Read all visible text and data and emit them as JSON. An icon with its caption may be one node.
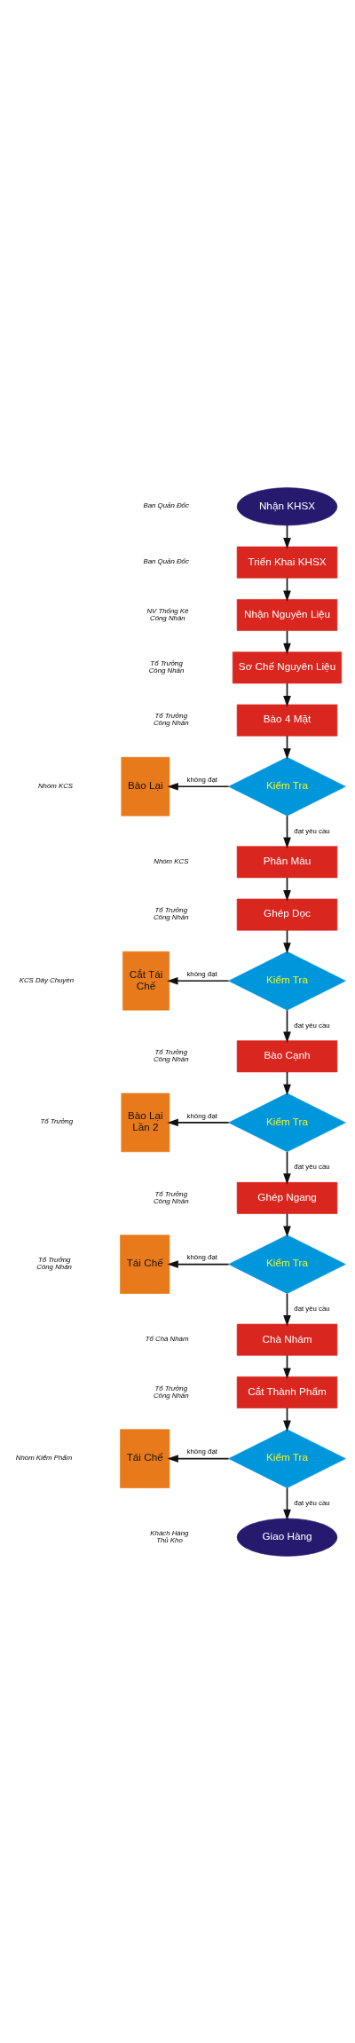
{
  "diagram": {
    "nodes": [
      {
        "text": [
          "Nhận KHSX"
        ]
      },
      {
        "text": [
          "Triển Khai KHSX"
        ]
      },
      {
        "text": [
          "Nhận Nguyên Liệu"
        ]
      },
      {
        "text": [
          "Sơ Chế Nguyên Liệu"
        ]
      },
      {
        "text": [
          "Bào 4 Mặt"
        ]
      },
      {
        "text": [
          "Kiểm Tra"
        ]
      },
      {
        "text": [
          "Bào Lại"
        ]
      },
      {
        "text": [
          "Phân Màu"
        ]
      },
      {
        "text": [
          "Ghép Dọc"
        ]
      },
      {
        "text": [
          "Kiểm Tra"
        ]
      },
      {
        "text": [
          "Cắt Tái Chế"
        ]
      },
      {
        "text": [
          "Bào Cạnh"
        ]
      },
      {
        "text": [
          "Kiểm Tra"
        ]
      },
      {
        "text": [
          "Bào Lại Lần 2"
        ]
      },
      {
        "text": [
          "Ghép Ngang"
        ]
      },
      {
        "text": [
          "Kiểm Tra"
        ]
      },
      {
        "text": [
          "Tái Chế"
        ]
      },
      {
        "text": [
          "Chà Nhám"
        ]
      },
      {
        "text": [
          "Cắt Thành Phẩm"
        ]
      },
      {
        "text": [
          "Kiểm Tra"
        ]
      },
      {
        "text": [
          "Tái Chế"
        ]
      },
      {
        "text": [
          "Giao Hàng"
        ]
      }
    ],
    "edges": [
      {
        "from": 0,
        "to": 1,
        "arrow": "to"
      },
      {
        "from": 1,
        "to": 2,
        "arrow": "to"
      },
      {
        "from": 2,
        "to": 3,
        "arrow": "to"
      },
      {
        "from": 3,
        "to": 4,
        "arrow": "to"
      },
      {
        "from": 4,
        "to": 5,
        "arrow": "to"
      },
      {
        "from": 5,
        "to": 6,
        "arrow": "to",
        "label": "không đạt"
      },
      {
        "from": 5,
        "to": 7,
        "arrow": "to",
        "label": "đạt yêu cầu"
      },
      {
        "from": 7,
        "to": 8,
        "arrow": "to"
      },
      {
        "from": 8,
        "to": 9,
        "arrow": "to"
      },
      {
        "from": 9,
        "to": 10,
        "arrow": "to",
        "label": "không đạt"
      },
      {
        "from": 9,
        "to": 11,
        "arrow": "to",
        "label": "đạt yêu cầu"
      },
      {
        "from": 11,
        "to": 12,
        "arrow": "to"
      },
      {
        "from": 12,
        "to": 13,
        "arrow": "to",
        "label": "không đạt"
      },
      {
        "from": 12,
        "to": 14,
        "arrow": "to",
        "label": "đạt yêu cầu"
      },
      {
        "from": 14,
        "to": 15,
        "arrow": "to"
      },
      {
        "from": 15,
        "to": 16,
        "arrow": "to",
        "label": "không đạt"
      },
      {
        "from": 15,
        "to": 17,
        "arrow": "to",
        "label": "đạt yêu cầu"
      },
      {
        "from": 17,
        "to": 18,
        "arrow": "to"
      },
      {
        "from": 18,
        "to": 19,
        "arrow": "to"
      },
      {
        "from": 19,
        "to": 20,
        "arrow": "to",
        "label": "không đạt"
      },
      {
        "from": 19,
        "to": 21,
        "arrow": "to",
        "label": "đạt yêu cầu"
      }
    ],
    "labels": [
      "Ban Quản Đốc",
      "Ban Quản Đốc",
      "NV Thống Kê",
      "Công Nhân",
      "Tổ Trưởng",
      "Công Nhân",
      "Tổ Trưởng",
      "Công Nhân",
      "Nhóm KCS",
      "Nhóm KCS",
      "Tổ Trưởng",
      "Công Nhân",
      "KCS Dây Chuyền",
      "Tổ Trưởng",
      "Công Nhân",
      "Tổ Trưởng",
      "Tổ Trưởng",
      "Công Nhân",
      "Tổ Trưởng",
      "Công Nhân",
      "Tổ Chà Nhám",
      "Tổ Trưởng",
      "Công Nhân",
      "Nhóm Kiểm Phẩm",
      "Khách Hàng",
      "Thủ Kho"
    ]
  }
}
